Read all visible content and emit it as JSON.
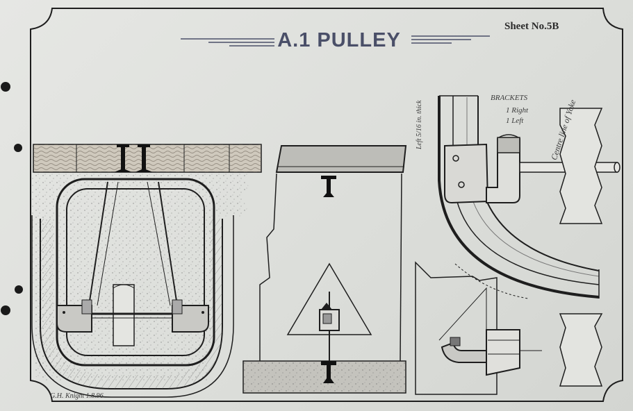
{
  "drawing": {
    "title": "A.1 PULLEY",
    "sheet_number": "Sheet No.5B"
  },
  "annotations": {
    "brackets": "BRACKETS",
    "right": "1 Right",
    "left": "1 Left",
    "centre_line": "Centre line of Yoke",
    "left_vertical": "Left 5/16 in. thick",
    "signature": "G.H. Knight 1.8.96"
  },
  "colors": {
    "paper": "#dfe0dc",
    "ink": "#1e1e1e",
    "title_ink": "#4a4f68"
  }
}
